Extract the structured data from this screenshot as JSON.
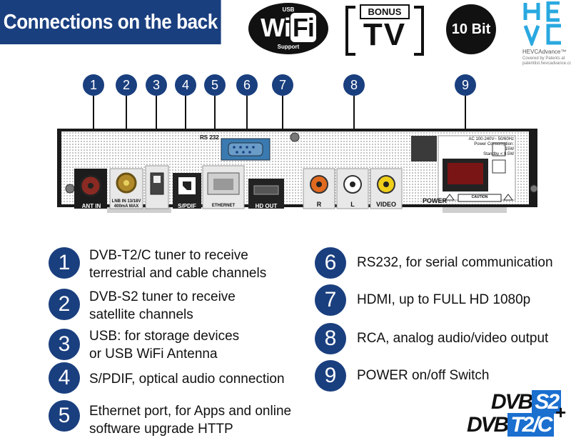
{
  "header": {
    "title": "Connections on the back"
  },
  "badges": {
    "wifi": {
      "top": "USB",
      "main_a": "Wi",
      "main_b": "Fi",
      "bottom": "Support"
    },
    "bonus_tv": {
      "top": "BONUS",
      "main": "TV"
    },
    "ten_bit": "10 Bit",
    "hevc": {
      "name": "HEVCAdvance™",
      "patent_line1": "Covered by Patents at",
      "patent_line2": "patentlist.hevcadvance.com"
    }
  },
  "callouts": [
    "1",
    "2",
    "3",
    "4",
    "5",
    "6",
    "7",
    "8",
    "9"
  ],
  "device": {
    "rs232": "RS 232",
    "ant_in": "ANT IN",
    "lnb_line1": "LNB IN 13/18V",
    "lnb_line2": "400mA MAX",
    "spdif": "S/PDIF",
    "ethernet": "ETHERNET",
    "hdout": "HD OUT",
    "r": "R",
    "l": "L",
    "video": "VIDEO",
    "power": "POWER",
    "power_info1": "AC 100-240V~   50/60Hz",
    "power_info2": "Power Consumption:",
    "power_info3": "15W",
    "power_info4": "Standby < 0.5W",
    "caution": "CAUTION"
  },
  "features": [
    {
      "num": "1",
      "line1": "DVB-T2/C tuner to receive",
      "line2": "terrestrial and cable channels"
    },
    {
      "num": "2",
      "line1": "DVB-S2 tuner to receive",
      "line2": "satellite channels"
    },
    {
      "num": "3",
      "line1": "USB: for storage devices",
      "line2": "or USB WiFi Antenna"
    },
    {
      "num": "4",
      "line1": "S/PDIF, optical audio connection",
      "line2": ""
    },
    {
      "num": "5",
      "line1": "Ethernet port, for Apps and online",
      "line2": "software upgrade HTTP"
    },
    {
      "num": "6",
      "line1": "RS232, for serial communication",
      "line2": ""
    },
    {
      "num": "7",
      "line1": "HDMI, up to FULL HD 1080p",
      "line2": ""
    },
    {
      "num": "8",
      "line1": "RCA, analog audio/video output",
      "line2": ""
    },
    {
      "num": "9",
      "line1": "POWER on/off Switch",
      "line2": ""
    }
  ],
  "dvb": {
    "s2_prefix": "DVB",
    "s2_box": "S2",
    "t2c_prefix": "DVB",
    "t2c_box": "T2/C",
    "plus": "+"
  }
}
